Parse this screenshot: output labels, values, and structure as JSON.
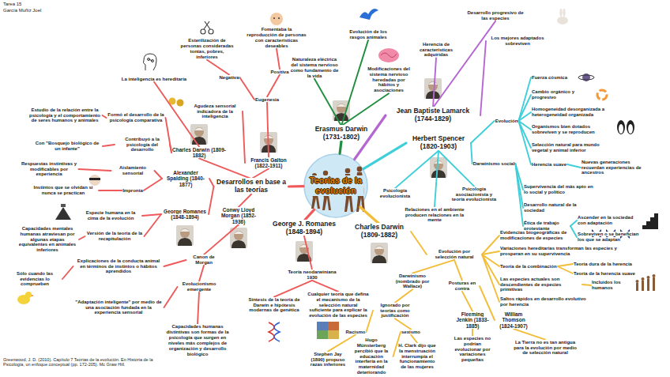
{
  "diagram": {
    "nodes": [
      {
        "text": [
          "Teorías de la evolución"
        ]
      },
      {
        "text": [
          "Erasmus Darwin (1731-1802)"
        ]
      },
      {
        "text": [
          "Evolución de los rasgos animales"
        ]
      },
      {
        "text": [
          "Naturaleza eléctrica del sistema nervioso como fundamento de la vida"
        ]
      },
      {
        "text": [
          "Modificaciones del sistema nervioso heredadas por hábitos y asociaciones"
        ]
      },
      {
        "text": [
          "Jean Baptiste Lamarck (1744-1829)"
        ]
      },
      {
        "text": [
          "Herencia de características adquiridas"
        ]
      },
      {
        "text": [
          "Desarrollo progresivo de las especies"
        ]
      },
      {
        "text": [
          "Los mejores adaptados sobreviven"
        ]
      },
      {
        "text": [
          "Herbert Spencer (1820-1903)"
        ]
      },
      {
        "text": [
          "Psicología evolucionista"
        ]
      },
      {
        "text": [
          "Psicología asociacionista y teoría evolucionista"
        ]
      },
      {
        "text": [
          "Relaciones en el ambiente producen relaciones en la mente"
        ]
      },
      {
        "text": [
          "Evolución"
        ]
      },
      {
        "text": [
          "Fuerza cósmica"
        ]
      },
      {
        "text": [
          "Cambio orgánico y progresivo"
        ]
      },
      {
        "text": [
          "Homogeneidad desorganizada a heterogeneidad organizada"
        ]
      },
      {
        "text": [
          "Organismos bien dotados sobreviven y se reproducen"
        ]
      },
      {
        "text": [
          "Selección natural para mundo vegetal y animal inferior"
        ]
      },
      {
        "text": [
          "Herencia suave"
        ]
      },
      {
        "text": [
          "Nuevas generaciones recuerdan experiencias de ancestros"
        ]
      },
      {
        "text": [
          "Darwinismo social"
        ]
      },
      {
        "text": [
          "Supervivencia del más apto en lo social y político"
        ]
      },
      {
        "text": [
          "Desarrollo natural de la sociedad"
        ]
      },
      {
        "text": [
          "Ética de trabajo protestante"
        ]
      },
      {
        "text": [
          "Ascender en la sociedad con adaptación"
        ]
      },
      {
        "text": [
          "Sobreviven o se benefician los que se adaptan"
        ]
      },
      {
        "text": [
          "Charles Darwin (1809-1882)"
        ]
      },
      {
        "text": [
          "Evolución por selección natural"
        ]
      },
      {
        "text": [
          "Evidencias biogeográficas de modificaciones de especies"
        ]
      },
      {
        "text": [
          "Variaciones hereditarias transforman las especies y prosperan en su supervivencia"
        ]
      },
      {
        "text": [
          "Teoría de la combinación"
        ]
      },
      {
        "text": [
          "Teoría dura de la herencia"
        ]
      },
      {
        "text": [
          "Teoría de la herencia suave"
        ]
      },
      {
        "text": [
          "Las especies actuales son descendientes de especies primitivas"
        ]
      },
      {
        "text": [
          "Incluidos los humanos"
        ]
      },
      {
        "text": [
          "Saltos rápidos en desarrollo evolutivo por herencia"
        ]
      },
      {
        "text": [
          "Darwinismo (nombrado por Wallace)"
        ]
      },
      {
        "text": [
          "Posturas en contra"
        ]
      },
      {
        "text": [
          "Ignorado por teorías como justificación"
        ]
      },
      {
        "text": [
          "Racismo"
        ]
      },
      {
        "text": [
          "sexismo"
        ]
      },
      {
        "text": [
          "Stephen Jay (1890) propuso razas inferiores"
        ]
      },
      {
        "text": [
          "Hugo Münsterberg percibió que la educación interfería en la maternidad deteriorando"
        ]
      },
      {
        "text": [
          "H. Clark dijo que la menstruación interrumpía el funcionamiento de las mujeres"
        ]
      },
      {
        "text": [
          "Fleeming Jenkin (1833-1885)"
        ]
      },
      {
        "text": [
          "William Thomson (1824-1907)"
        ]
      },
      {
        "text": [
          "Las especies no podrían evolucionar por variaciones pequeñas"
        ]
      },
      {
        "text": [
          "La Tierra no es tan antigua para la evolución por medio de selección natural"
        ]
      },
      {
        "text": [
          "George J. Romanes (1848-1894)"
        ]
      },
      {
        "text": [
          "Teoría neodarwiniana 1930"
        ]
      },
      {
        "text": [
          "Síntesis de la teoría de Darwin e hipótesis modernas de genética"
        ]
      },
      {
        "text": [
          "Cualquier teoría que defina el mecanismo de la selección natural suficiente para explicar la evolución de las especies"
        ]
      },
      {
        "text": [
          "Desarrollos en base a las teorías"
        ]
      },
      {
        "text": [
          "Francis Galton (1822-1911)"
        ]
      },
      {
        "text": [
          "Agudeza sensorial indicadora de la inteligencia"
        ]
      },
      {
        "text": [
          "Eugenesia"
        ]
      },
      {
        "text": [
          "Negativa"
        ]
      },
      {
        "text": [
          "Positiva"
        ]
      },
      {
        "text": [
          "Esterilización de personas consideradas tontas, pobres, inferiores"
        ]
      },
      {
        "text": [
          "Fomentaba la reproducción de personas con características deseables"
        ]
      },
      {
        "text": [
          "La inteligencia es hereditaria"
        ]
      },
      {
        "text": [
          "Charles Darwin (1809-1882)"
        ]
      },
      {
        "text": [
          "Formó el desarrollo de la psicología comparativa"
        ]
      },
      {
        "text": [
          "Estudio de la relación entre la psicología y el comportamiento de seres humanos y animales"
        ]
      },
      {
        "text": [
          "Contribuyó a la psicología del desarrollo"
        ]
      },
      {
        "text": [
          "Con \"Bosquejo biológico de un infante\""
        ]
      },
      {
        "text": [
          "Alexander Spalding (1840-1877)"
        ]
      },
      {
        "text": [
          "Aislamiento sensorial"
        ]
      },
      {
        "text": [
          "Respuestas instintivas y modificables por experiencia"
        ]
      },
      {
        "text": [
          "Impronta"
        ]
      },
      {
        "text": [
          "Instintos que se olvidan si nunca se practican"
        ]
      },
      {
        "text": [
          "George Romanes (1848-1894)"
        ]
      },
      {
        "text": [
          "Especie humana en la cima de la evolución"
        ]
      },
      {
        "text": [
          "Versión de la teoría de la recapitulación"
        ]
      },
      {
        "text": [
          "Capacidades mentales humanas atraviesan por algunas etapas equivalentes en animales inferiores"
        ]
      },
      {
        "text": [
          "Conwy Lloyd Morgan (1852-1936)"
        ]
      },
      {
        "text": [
          "Canon de Morgan"
        ]
      },
      {
        "text": [
          "Explicaciones de la conducta animal en términos de instintos o hábitos aprendidos"
        ]
      },
      {
        "text": [
          "Sólo cuando las evidencias lo comprueben"
        ]
      },
      {
        "text": [
          "Evolucionismo emergente"
        ]
      },
      {
        "text": [
          "\"Adaptación inteligente\" por medio de una asociación fundada en la experiencia sensorial"
        ]
      },
      {
        "text": [
          "Capacidades humanas distintivas son formas de la psicología que surgen en niveles más complejos de organización y desarrollo biológico"
        ]
      }
    ],
    "edges": [
      {
        "from": 0,
        "to": 1,
        "arrow": "none"
      },
      {
        "from": 1,
        "to": 2,
        "arrow": "none"
      },
      {
        "from": 1,
        "to": 3,
        "arrow": "none"
      },
      {
        "from": 1,
        "to": 4,
        "arrow": "none"
      },
      {
        "from": 0,
        "to": 5,
        "arrow": "none"
      },
      {
        "from": 5,
        "to": 6,
        "arrow": "none"
      },
      {
        "from": 5,
        "to": 7,
        "arrow": "none"
      },
      {
        "from": 5,
        "to": 8,
        "arrow": "none"
      },
      {
        "from": 0,
        "to": 9,
        "arrow": "none"
      },
      {
        "from": 9,
        "to": 10,
        "arrow": "none"
      },
      {
        "from": 9,
        "to": 11,
        "arrow": "none"
      },
      {
        "from": 9,
        "to": 12,
        "arrow": "none"
      },
      {
        "from": 9,
        "to": 13,
        "arrow": "none"
      },
      {
        "from": 13,
        "to": 14,
        "arrow": "none"
      },
      {
        "from": 13,
        "to": 15,
        "arrow": "none"
      },
      {
        "from": 13,
        "to": 16,
        "arrow": "none"
      },
      {
        "from": 13,
        "to": 17,
        "arrow": "none"
      },
      {
        "from": 13,
        "to": 18,
        "arrow": "none"
      },
      {
        "from": 13,
        "to": 19,
        "arrow": "none"
      },
      {
        "from": 19,
        "to": 20,
        "arrow": "none"
      },
      {
        "from": 9,
        "to": 21,
        "arrow": "none"
      },
      {
        "from": 21,
        "to": 22,
        "arrow": "none"
      },
      {
        "from": 21,
        "to": 23,
        "arrow": "none"
      },
      {
        "from": 21,
        "to": 24,
        "arrow": "none"
      },
      {
        "from": 24,
        "to": 25,
        "arrow": "none"
      },
      {
        "from": 24,
        "to": 26,
        "arrow": "none"
      },
      {
        "from": 0,
        "to": 27,
        "arrow": "none"
      },
      {
        "from": 27,
        "to": 28,
        "arrow": "none"
      },
      {
        "from": 28,
        "to": 29,
        "arrow": "none"
      },
      {
        "from": 28,
        "to": 30,
        "arrow": "none"
      },
      {
        "from": 28,
        "to": 31,
        "arrow": "none"
      },
      {
        "from": 31,
        "to": 32,
        "arrow": "none"
      },
      {
        "from": 31,
        "to": 33,
        "arrow": "none"
      },
      {
        "from": 28,
        "to": 34,
        "arrow": "none"
      },
      {
        "from": 34,
        "to": 35,
        "arrow": "none"
      },
      {
        "from": 28,
        "to": 36,
        "arrow": "none"
      },
      {
        "from": 28,
        "to": 37,
        "arrow": "none"
      },
      {
        "from": 28,
        "to": 38,
        "arrow": "none"
      },
      {
        "from": 37,
        "to": 39,
        "arrow": "none"
      },
      {
        "from": 39,
        "to": 40,
        "arrow": "none"
      },
      {
        "from": 39,
        "to": 41,
        "arrow": "none"
      },
      {
        "from": 40,
        "to": 42,
        "arrow": "none"
      },
      {
        "from": 41,
        "to": 43,
        "arrow": "none"
      },
      {
        "from": 41,
        "to": 44,
        "arrow": "none"
      },
      {
        "from": 38,
        "to": 45,
        "arrow": "none"
      },
      {
        "from": 38,
        "to": 46,
        "arrow": "none"
      },
      {
        "from": 45,
        "to": 47,
        "arrow": "none"
      },
      {
        "from": 46,
        "to": 48,
        "arrow": "none"
      },
      {
        "from": 0,
        "to": 49,
        "arrow": "none"
      },
      {
        "from": 49,
        "to": 50,
        "arrow": "none"
      },
      {
        "from": 50,
        "to": 51,
        "arrow": "none"
      },
      {
        "from": 50,
        "to": 52,
        "arrow": "none"
      },
      {
        "from": 0,
        "to": 53,
        "arrow": "none"
      },
      {
        "from": 53,
        "to": 54,
        "arrow": "none"
      },
      {
        "from": 54,
        "to": 55,
        "arrow": "none"
      },
      {
        "from": 54,
        "to": 56,
        "arrow": "none"
      },
      {
        "from": 56,
        "to": 57,
        "arrow": "none"
      },
      {
        "from": 56,
        "to": 58,
        "arrow": "none"
      },
      {
        "from": 57,
        "to": 59,
        "arrow": "none"
      },
      {
        "from": 58,
        "to": 60,
        "arrow": "none"
      },
      {
        "from": 53,
        "to": 62,
        "arrow": "none"
      },
      {
        "from": 62,
        "to": 61,
        "arrow": "none"
      },
      {
        "from": 62,
        "to": 63,
        "arrow": "none"
      },
      {
        "from": 63,
        "to": 64,
        "arrow": "none"
      },
      {
        "from": 62,
        "to": 65,
        "arrow": "none"
      },
      {
        "from": 65,
        "to": 66,
        "arrow": "none"
      },
      {
        "from": 53,
        "to": 67,
        "arrow": "none"
      },
      {
        "from": 67,
        "to": 68,
        "arrow": "none"
      },
      {
        "from": 68,
        "to": 69,
        "arrow": "none"
      },
      {
        "from": 67,
        "to": 70,
        "arrow": "none"
      },
      {
        "from": 70,
        "to": 71,
        "arrow": "none"
      },
      {
        "from": 53,
        "to": 72,
        "arrow": "none"
      },
      {
        "from": 72,
        "to": 73,
        "arrow": "none"
      },
      {
        "from": 72,
        "to": 74,
        "arrow": "none"
      },
      {
        "from": 74,
        "to": 75,
        "arrow": "none"
      },
      {
        "from": 53,
        "to": 76,
        "arrow": "none"
      },
      {
        "from": 76,
        "to": 77,
        "arrow": "none"
      },
      {
        "from": 77,
        "to": 78,
        "arrow": "none"
      },
      {
        "from": 78,
        "to": 79,
        "arrow": "none"
      },
      {
        "from": 77,
        "to": 80,
        "arrow": "none"
      },
      {
        "from": 80,
        "to": 81,
        "arrow": "none"
      },
      {
        "from": 80,
        "to": 82,
        "arrow": "none"
      }
    ],
    "labels": [
      "Tarea 15",
      "García Muñiz Joel",
      "Greenwood, J. D. (2010). Capítulo 7 Teorías de la evolución. En Historia de la Psicología, un enfoque conceptual (pp. 172-205). Mc Graw Hill."
    ]
  }
}
